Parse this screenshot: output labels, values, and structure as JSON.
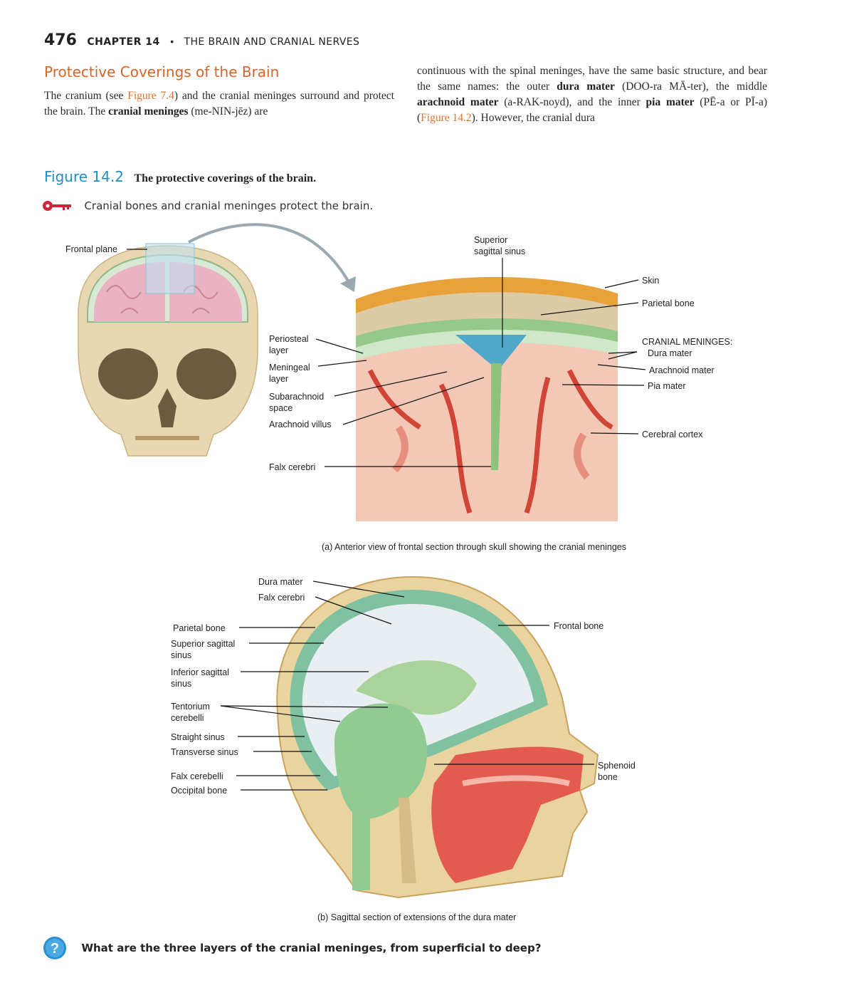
{
  "header": {
    "page_number": "476",
    "chapter": "CHAPTER 14",
    "separator": "•",
    "chapter_title": "THE BRAIN AND CRANIAL NERVES"
  },
  "section": {
    "title": "Protective Coverings of the Brain"
  },
  "paragraph": {
    "col1": {
      "t1": "The cranium (see ",
      "ref1": "Figure 7.4",
      "t2": ") and the cranial meninges surround and protect the brain. The ",
      "b1": "cranial meninges",
      "t3": " (me-NIN-jēz) are"
    },
    "col2": {
      "t1": "continuous with the spinal meninges, have the same basic structure, and bear the same names: the outer ",
      "b1": "dura mater",
      "t2": " (DOO-ra MĀ-ter), the middle ",
      "b2": "arachnoid mater",
      "t3": " (a-RAK-noyd), and the inner ",
      "b3": "pia mater",
      "t4": " (PĒ-a or PĪ-a) (",
      "ref1": "Figure 14.2",
      "t5": "). However, the cranial dura"
    }
  },
  "figure": {
    "number": "Figure 14.2",
    "title": "The protective coverings of the brain.",
    "key_concept": "Cranial bones and cranial meninges protect the brain.",
    "panel_a": {
      "caption": "(a) Anterior view of frontal section through skull showing the cranial meninges",
      "labels": {
        "frontal_plane": "Frontal plane",
        "superior_sagittal_sinus": "Superior\nsagittal sinus",
        "skin": "Skin",
        "parietal_bone": "Parietal bone",
        "cranial_meninges": "CRANIAL MENINGES:",
        "dura_mater": "Dura mater",
        "arachnoid_mater": "Arachnoid mater",
        "pia_mater": "Pia mater",
        "cerebral_cortex": "Cerebral cortex",
        "periosteal_layer": "Periosteal\nlayer",
        "meningeal_layer": "Meningeal\nlayer",
        "subarachnoid_space": "Subarachnoid\nspace",
        "arachnoid_villus": "Arachnoid villus",
        "falx_cerebri": "Falx cerebri"
      }
    },
    "panel_b": {
      "caption": "(b) Sagittal section of extensions of the dura mater",
      "labels": {
        "dura_mater": "Dura mater",
        "falx_cerebri": "Falx cerebri",
        "parietal_bone": "Parietal bone",
        "superior_sagittal_sinus": "Superior sagittal\nsinus",
        "inferior_sagittal_sinus": "Inferior sagittal\nsinus",
        "tentorium_cerebelli": "Tentorium\ncerebelli",
        "straight_sinus": "Straight sinus",
        "transverse_sinus": "Transverse sinus",
        "falx_cerebelli": "Falx cerebelli",
        "occipital_bone": "Occipital bone",
        "frontal_bone": "Frontal bone",
        "sphenoid_bone": "Sphenoid\nbone"
      }
    }
  },
  "question": {
    "text": "What are the three layers of the cranial meninges, from superficial to deep?"
  },
  "colors": {
    "section_orange": "#d5642a",
    "figure_blue": "#1e8fc7",
    "key_red": "#d0243a"
  }
}
